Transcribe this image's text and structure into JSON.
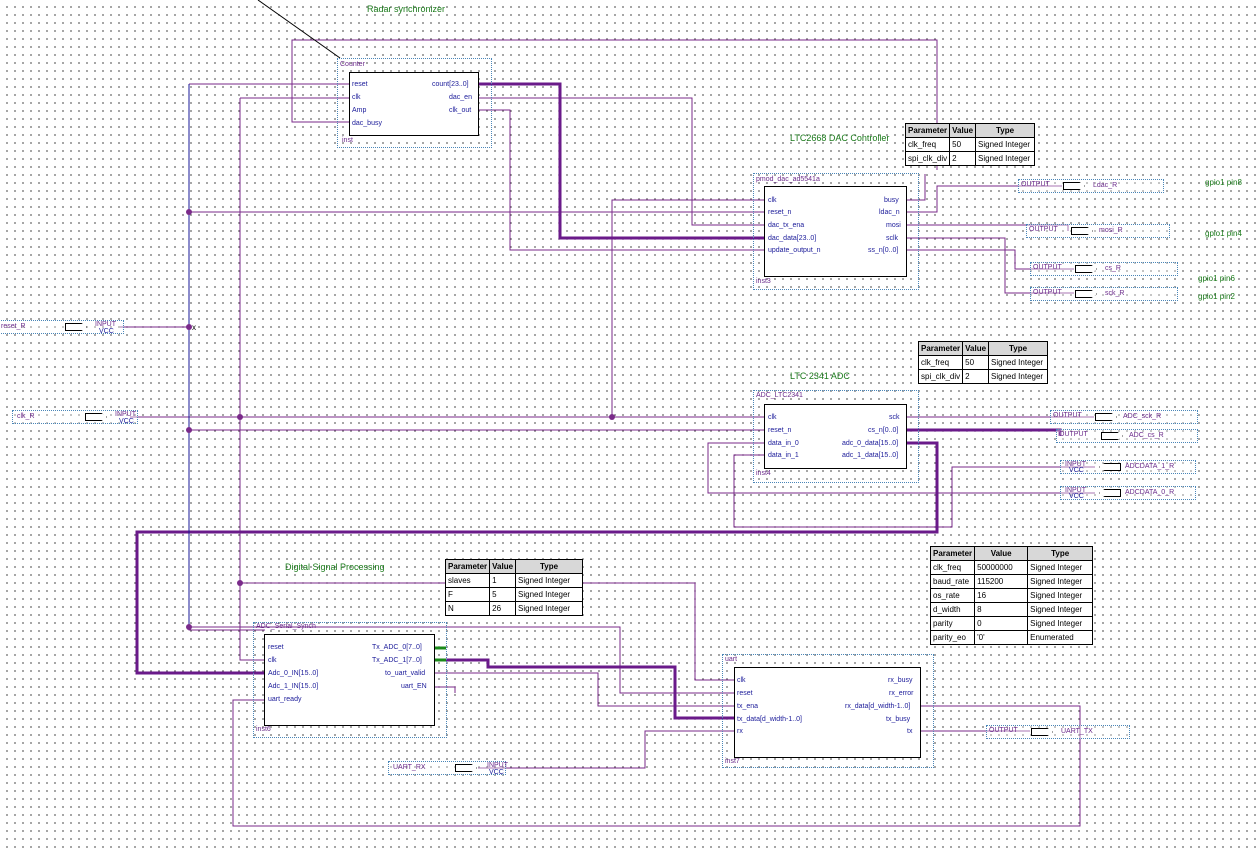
{
  "title_counter": "Radar synchronizer",
  "title_dac": "LTC2668 DAC Controller",
  "title_adc": "LTC 2341 ADC",
  "title_dsp": "Digital Signal Processing",
  "blocks": {
    "counter": {
      "name": "Counter",
      "inst": "inst",
      "left": [
        "reset",
        "clk",
        "Amp",
        "dac_busy"
      ],
      "right": [
        "count[23..0]",
        "dac_en",
        "clk_out"
      ]
    },
    "dac": {
      "name": "pmod_dac_ad5541a",
      "inst": "inst3",
      "left": [
        "clk",
        "reset_n",
        "dac_tx_ena",
        "dac_data[23..0]",
        "update_output_n"
      ],
      "right": [
        "busy",
        "ldac_n",
        "mosi",
        "sclk",
        "ss_n[0..0]"
      ]
    },
    "adc": {
      "name": "ADC_LTC2341",
      "inst": "inst4",
      "left": [
        "clk",
        "reset_n",
        "data_in_0",
        "data_in_1"
      ],
      "right": [
        "sck",
        "cs_n[0..0]",
        "adc_0_data[15..0]",
        "adc_1_data[15..0]"
      ]
    },
    "dsp": {
      "name": "ADC_Serial_Synch",
      "inst": "inst6",
      "left": [
        "reset",
        "clk",
        "Adc_0_IN[15..0]",
        "Adc_1_IN[15..0]",
        "uart_ready"
      ],
      "right": [
        "Tx_ADC_0[7..0]",
        "Tx_ADC_1[7..0]",
        "to_uart_valid",
        "uart_EN"
      ]
    },
    "uart": {
      "name": "uart",
      "inst": "inst7",
      "left": [
        "clk",
        "reset",
        "tx_ena",
        "tx_data[d_width-1..0]",
        "rx"
      ],
      "right": [
        "rx_busy",
        "rx_error",
        "rx_data[d_width-1..0]",
        "tx_busy",
        "tx"
      ]
    }
  },
  "params": {
    "dac": {
      "headers": [
        "Parameter",
        "Value",
        "Type"
      ],
      "rows": [
        [
          "clk_freq",
          "50",
          "Signed Integer"
        ],
        [
          "spi_clk_div",
          "2",
          "Signed Integer"
        ]
      ]
    },
    "adc": {
      "headers": [
        "Parameter",
        "Value",
        "Type"
      ],
      "rows": [
        [
          "clk_freq",
          "50",
          "Signed Integer"
        ],
        [
          "spi_clk_div",
          "2",
          "Signed Integer"
        ]
      ]
    },
    "dsp": {
      "headers": [
        "Parameter",
        "Value",
        "Type"
      ],
      "rows": [
        [
          "slaves",
          "1",
          "Signed Integer"
        ],
        [
          "F",
          "5",
          "Signed Integer"
        ],
        [
          "N",
          "26",
          "Signed Integer"
        ]
      ]
    },
    "uart": {
      "headers": [
        "Parameter",
        "Value",
        "Type"
      ],
      "rows": [
        [
          "clk_freq",
          "50000000",
          "Signed Integer"
        ],
        [
          "baud_rate",
          "115200",
          "Signed Integer"
        ],
        [
          "os_rate",
          "16",
          "Signed Integer"
        ],
        [
          "d_width",
          "8",
          "Signed Integer"
        ],
        [
          "parity",
          "0",
          "Signed Integer"
        ],
        [
          "parity_eo",
          "'0'",
          "Enumerated"
        ]
      ]
    }
  },
  "io": {
    "reset_R": {
      "name": "reset_R",
      "kind": "INPUT",
      "sub": "VCC"
    },
    "clk_R": {
      "name": "clk_R",
      "kind": "INPUT",
      "sub": "VCC"
    },
    "uart_rx": {
      "name": "UART_RX",
      "kind": "INPUT",
      "sub": "VCC"
    },
    "ldac": {
      "name": "Ldac_R",
      "kind": "OUTPUT"
    },
    "mosi": {
      "name": "mosi_R",
      "kind": "OUTPUT"
    },
    "cs": {
      "name": "cs_R",
      "kind": "OUTPUT"
    },
    "sck": {
      "name": "sck_R",
      "kind": "OUTPUT"
    },
    "adc_sck": {
      "name": "ADC_sck_R",
      "kind": "OUTPUT"
    },
    "adc_cs": {
      "name": "ADC_cs_R",
      "kind": "OUTPUT"
    },
    "adcdata1": {
      "name": "ADCDATA_1_R",
      "kind": "INPUT",
      "sub": "VCC"
    },
    "adcdata0": {
      "name": "ADCDATA_0_R",
      "kind": "INPUT",
      "sub": "VCC"
    },
    "uart_tx": {
      "name": "UART_TX",
      "kind": "OUTPUT"
    }
  },
  "pins": [
    "gpio1 pin8",
    "gpio1 pin4",
    "gpio1 pin6",
    "gpio1 pin2"
  ],
  "colors": {
    "wire": "#7a2a8a",
    "bus": "#6a1a8a",
    "wire_blue": "#1a1a99",
    "bus_green": "#1a8a1a",
    "title": "#1a7a1a"
  }
}
